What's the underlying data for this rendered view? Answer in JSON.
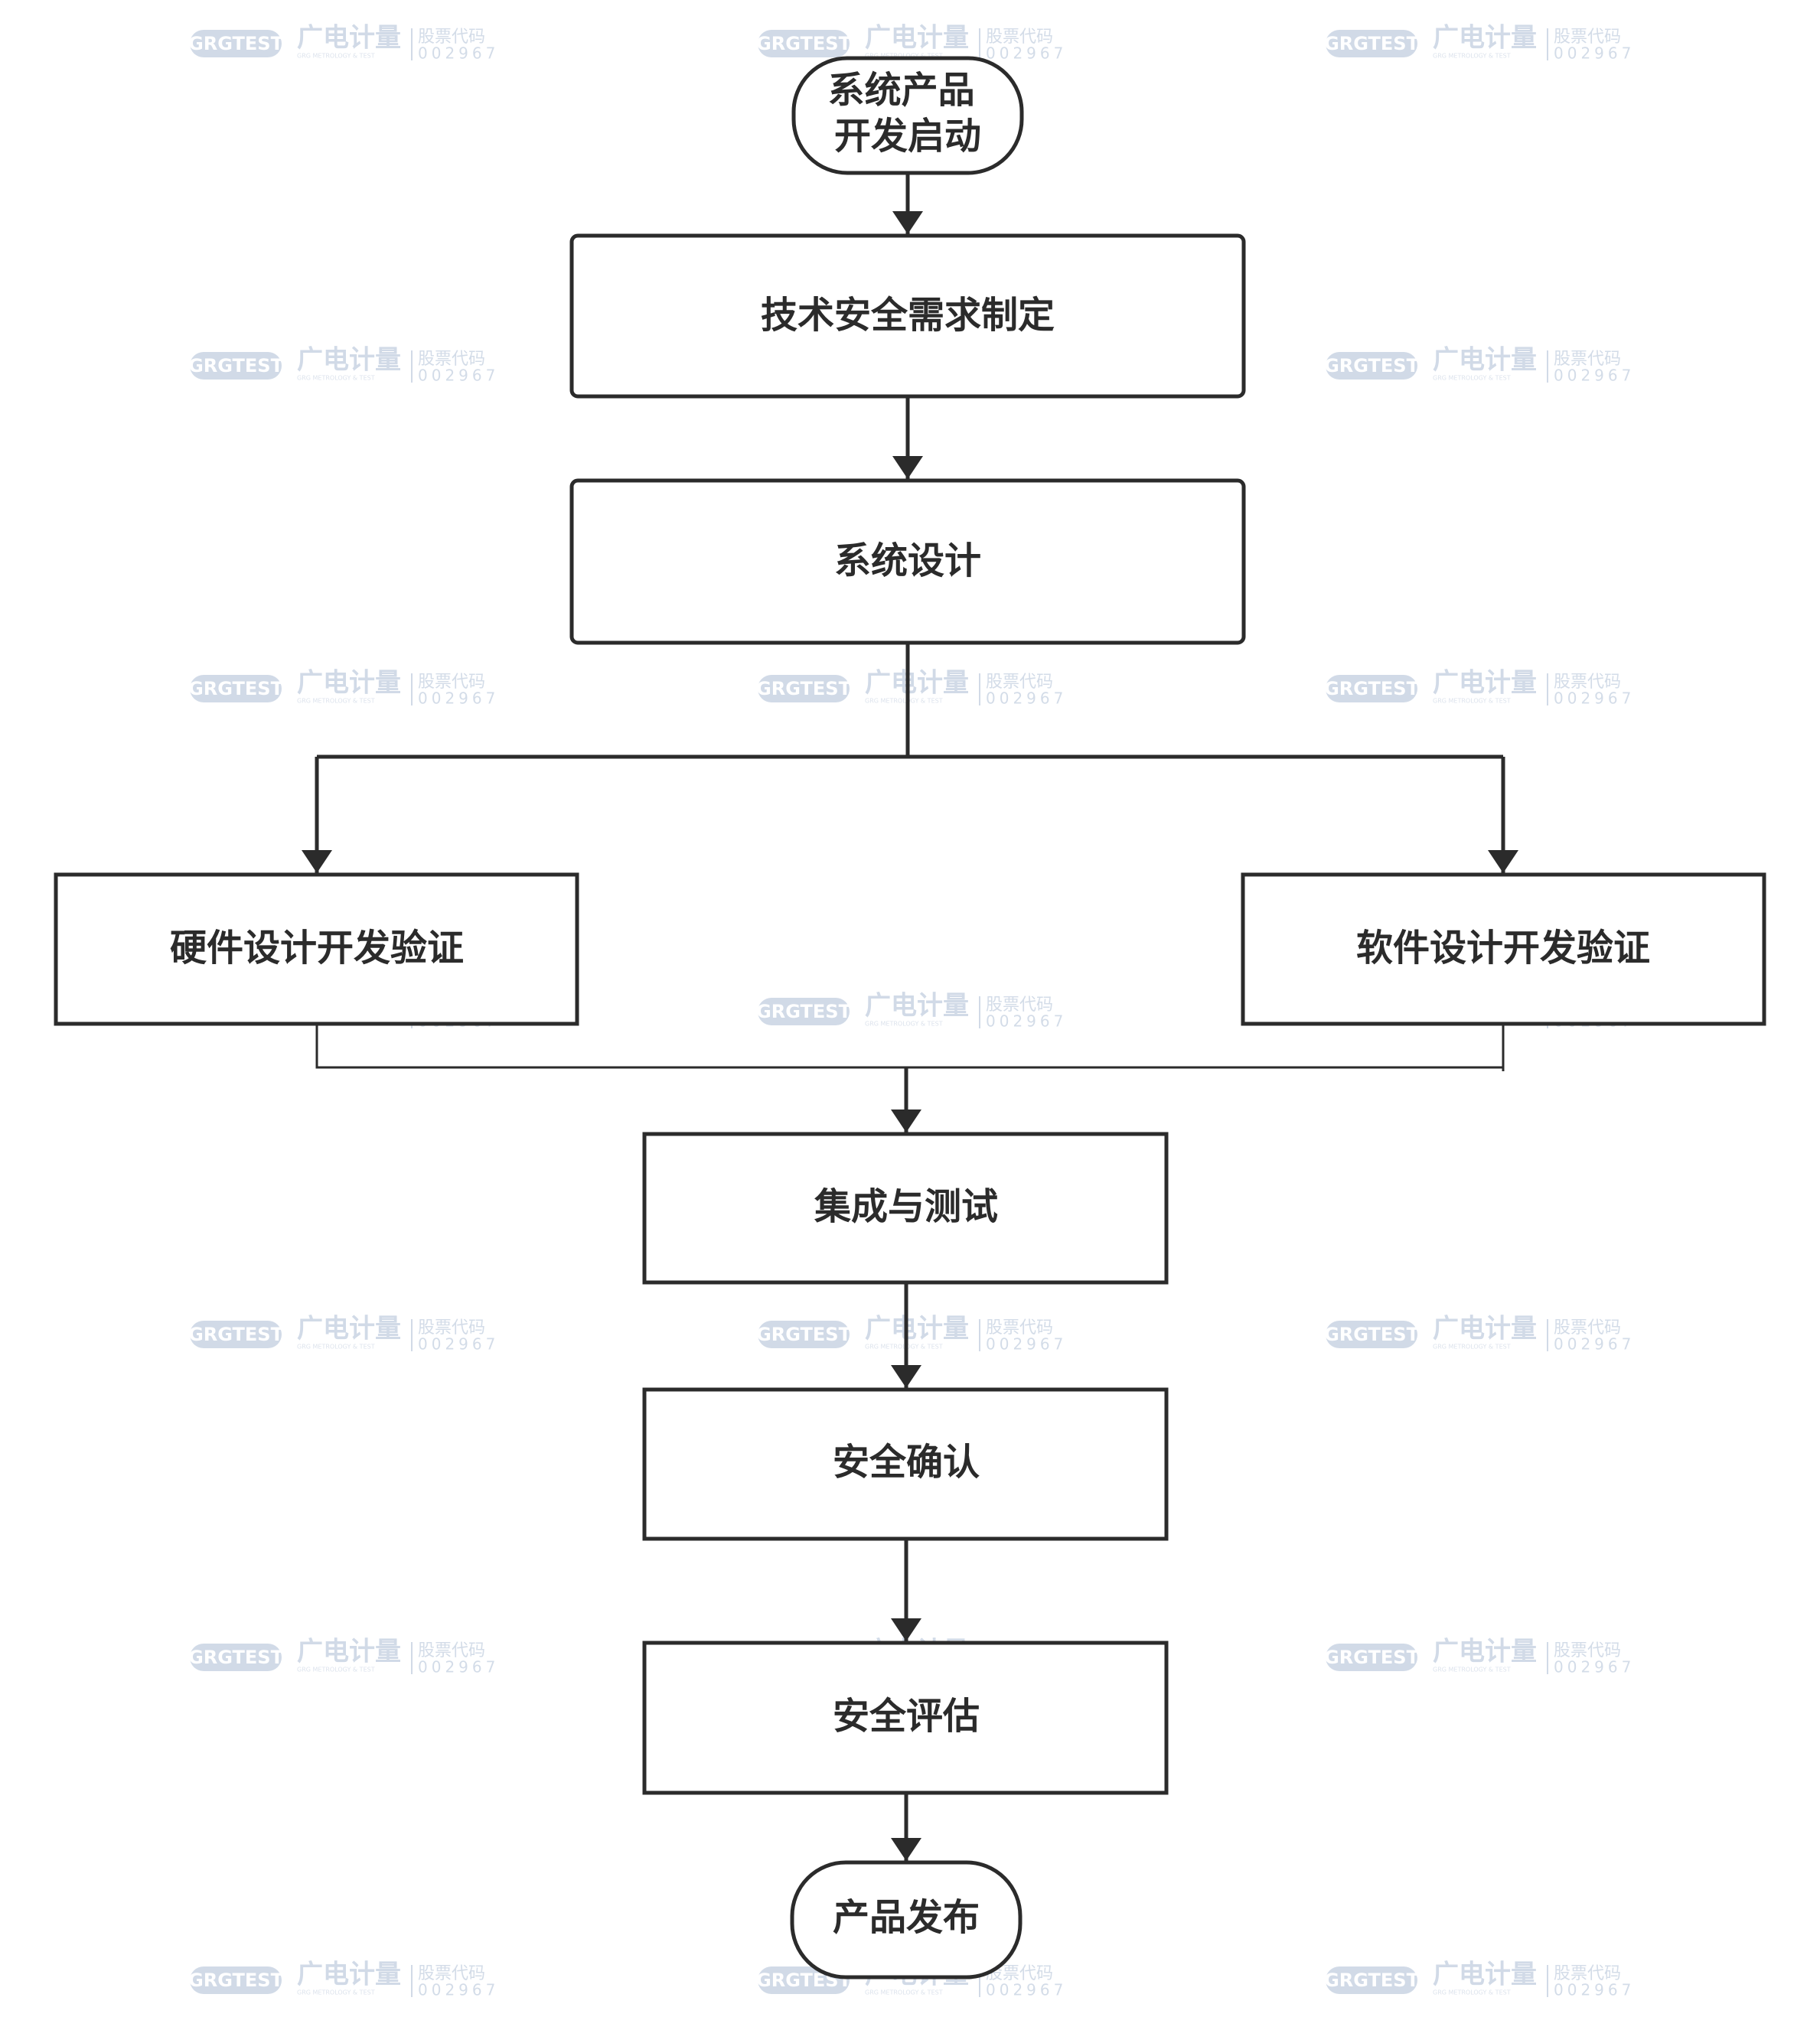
{
  "diagram": {
    "type": "flowchart",
    "nodes": {
      "start": "系统产品\n开发启动",
      "tech_safety_requirements": "技术安全需求制定",
      "system_design": "系统设计",
      "hardware_dev": "硬件设计开发验证",
      "software_dev": "软件设计开发验证",
      "integration_test": "集成与测试",
      "safety_confirmation": "安全确认",
      "safety_assessment": "安全评估",
      "release": "产品发布"
    },
    "edges": [
      [
        "start",
        "tech_safety_requirements"
      ],
      [
        "tech_safety_requirements",
        "system_design"
      ],
      [
        "system_design",
        "hardware_dev"
      ],
      [
        "system_design",
        "software_dev"
      ],
      [
        "hardware_dev",
        "integration_test"
      ],
      [
        "software_dev",
        "integration_test"
      ],
      [
        "integration_test",
        "safety_confirmation"
      ],
      [
        "safety_confirmation",
        "safety_assessment"
      ],
      [
        "safety_assessment",
        "release"
      ]
    ]
  },
  "watermark": {
    "logo": "GRGTEST",
    "company": "广电计量",
    "stock_label": "股票代码",
    "stock_code": "002967",
    "subtitle": "GRG METROLOGY & TEST"
  },
  "colors": {
    "stroke": "#2b2b2b",
    "text": "#2b2b2b",
    "watermark": "#c9d4e3",
    "background": "#ffffff"
  }
}
